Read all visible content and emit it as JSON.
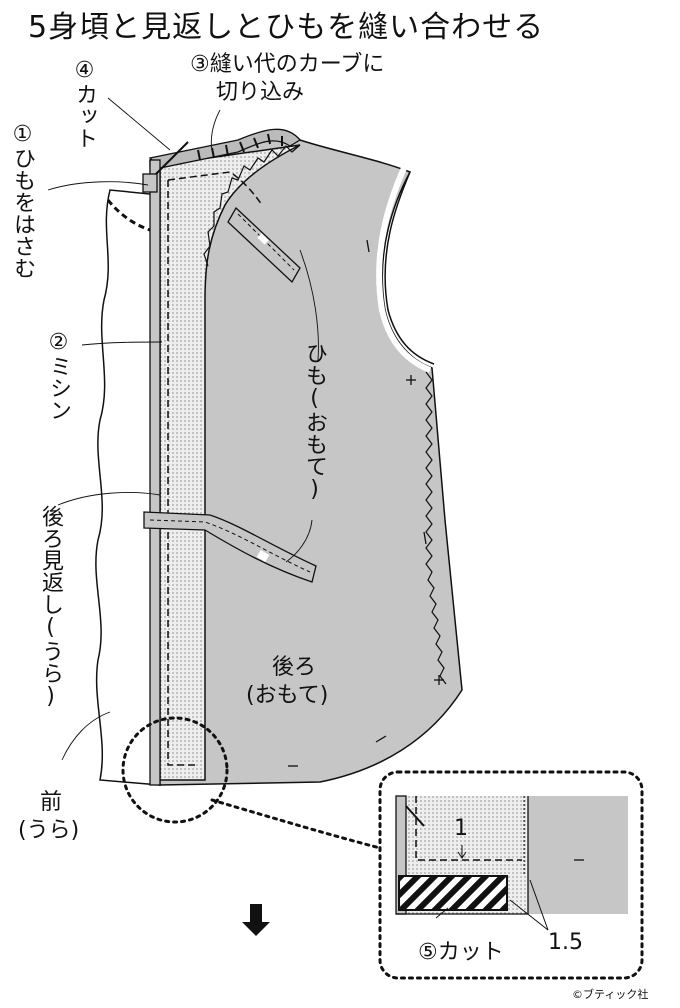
{
  "title": "5身頃と見返しとひもを縫い合わせる",
  "labels": {
    "step4": "④カット",
    "step3_line1": "③縫い代のカーブに",
    "step3_line2": "切り込み",
    "step1": "①ひもをはさむ",
    "step2": "②ミシン",
    "himo": "ひも(おもて)",
    "back_facing": "後ろ見返し(うら)",
    "front": "前",
    "front_sub": "(うら)",
    "back": "後ろ",
    "back_sub": "(おもて)",
    "detail_1": "1",
    "detail_15": "1.5",
    "step5": "⑤カット",
    "copyright": "©ブティック社"
  },
  "colors": {
    "garment_gray": "#c6c6c6",
    "facing_dots": "#e9e9e9",
    "line": "#111111"
  }
}
